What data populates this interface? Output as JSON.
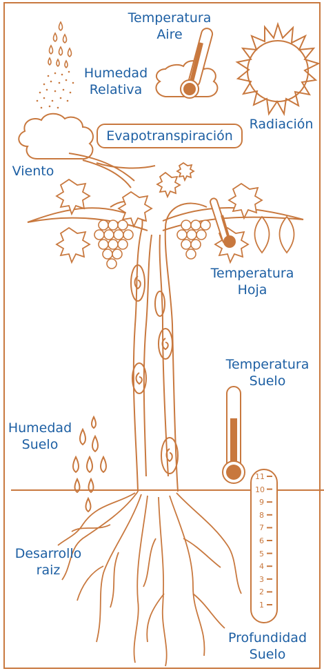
{
  "colors": {
    "line": "#c8783e",
    "fill": "#c8783e",
    "text": "#1d5fa3"
  },
  "labels": {
    "temp_air": [
      "Temperatura",
      "Aire"
    ],
    "humidity_rel": [
      "Humedad",
      "Relativa"
    ],
    "radiation": "Radiación",
    "evapotranspiration": "Evapotranspiración",
    "wind": "Viento",
    "temp_leaf": [
      "Temperatura",
      "Hoja"
    ],
    "temp_soil": [
      "Temperatura",
      "Suelo"
    ],
    "humidity_soil": [
      "Humedad",
      "Suelo"
    ],
    "root_dev": [
      "Desarrollo",
      "raiz"
    ],
    "soil_depth": [
      "Profundidad",
      "Suelo"
    ]
  },
  "depth_scale": [
    "11",
    "10",
    "9",
    "8",
    "7",
    "6",
    "5",
    "4",
    "3",
    "2",
    "1"
  ]
}
